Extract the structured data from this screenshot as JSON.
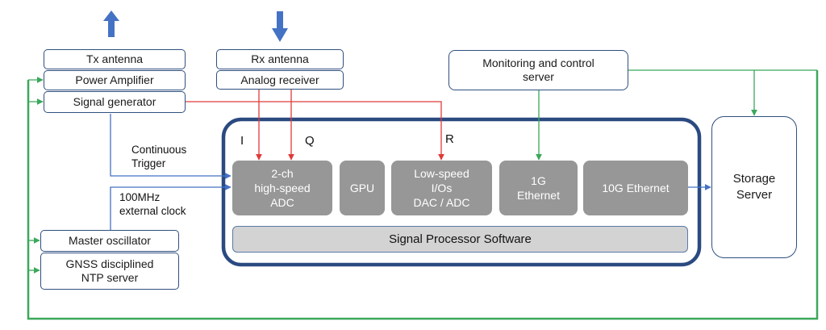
{
  "colors": {
    "box_border": "#2f4f7f",
    "processor_border": "#2a4a80",
    "processor_block": "#979797",
    "software_bar": "#d3d3d3",
    "arrow_blue": "#4472c4",
    "signal_red": "#e03a3a",
    "control_green": "#3aa85a"
  },
  "icons": {
    "tx_arrow": "arrow-up-icon",
    "rx_arrow": "arrow-down-icon"
  },
  "boxes": {
    "tx_antenna": "Tx antenna",
    "power_amplifier": "Power Amplifier",
    "signal_generator": "Signal generator",
    "rx_antenna": "Rx antenna",
    "analog_receiver": "Analog receiver",
    "monitoring_server": "Monitoring and control\nserver",
    "master_oscillator": "Master oscillator",
    "gnss_ntp": "GNSS disciplined\nNTP server",
    "storage_server": "Storage\nServer"
  },
  "processor": {
    "adc": "2-ch\nhigh-speed\nADC",
    "gpu": "GPU",
    "low_speed_io": "Low-speed\nI/Os\nDAC / ADC",
    "ethernet_1g": "1G\nEthernet",
    "ethernet_10g": "10G Ethernet",
    "software": "Signal Processor Software"
  },
  "labels": {
    "continuous_trigger": "Continuous\nTrigger",
    "external_clock": "100MHz\nexternal clock",
    "i_channel": "I",
    "q_channel": "Q",
    "r_channel": "R"
  }
}
